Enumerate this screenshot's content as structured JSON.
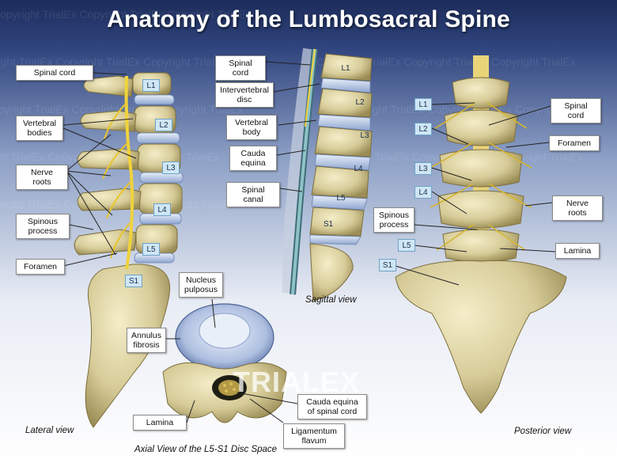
{
  "title": "Anatomy of the Lumbosacral Spine",
  "watermark": "Copyright TrialEx Copyright TrialEx Copyright TrialEx",
  "logo_text": "TRIALEX",
  "lateral": {
    "labels": {
      "spinal_cord": "Spinal cord",
      "vertebral_bodies": "Vertebral bodies",
      "nerve_roots": "Nerve roots",
      "spinous_process": "Spinous process",
      "foramen": "Foramen"
    },
    "levels": [
      "L1",
      "L2",
      "L3",
      "L4",
      "L5",
      "S1"
    ],
    "caption": "Lateral view"
  },
  "sagittal": {
    "labels": {
      "spinal_cord": "Spinal cord",
      "intervertebral_disc": "Intervertebral disc",
      "vertebral_body": "Vertebral body",
      "cauda_equina": "Cauda equina",
      "spinal_canal": "Spinal canal"
    },
    "levels": [
      "L1",
      "L2",
      "L3",
      "L4",
      "L5",
      "S1"
    ],
    "caption": "Sagittal view"
  },
  "axial": {
    "labels": {
      "nucleus_pulposus": "Nucleus pulposus",
      "annulus_fibrosis": "Annulus fibrosis",
      "lamina": "Lamina",
      "cauda_equina_of_spinal_cord": "Cauda equina of spinal cord",
      "ligamentum_flavum": "Ligamentum flavum"
    },
    "caption": "Axial View of the L5-S1 Disc Space"
  },
  "posterior": {
    "labels": {
      "spinal_cord": "Spinal cord",
      "foramen": "Foramen",
      "nerve_roots": "Nerve roots",
      "spinous_process": "Spinous process",
      "lamina": "Lamina"
    },
    "levels": [
      "L1",
      "L2",
      "L3",
      "L4",
      "L5",
      "S1"
    ],
    "caption": "Posterior view"
  },
  "colors": {
    "bone": "#d8cfa0",
    "disc": "#b9c9e3",
    "nerve": "#f0d23c",
    "level_box": "#cfe6f5"
  }
}
